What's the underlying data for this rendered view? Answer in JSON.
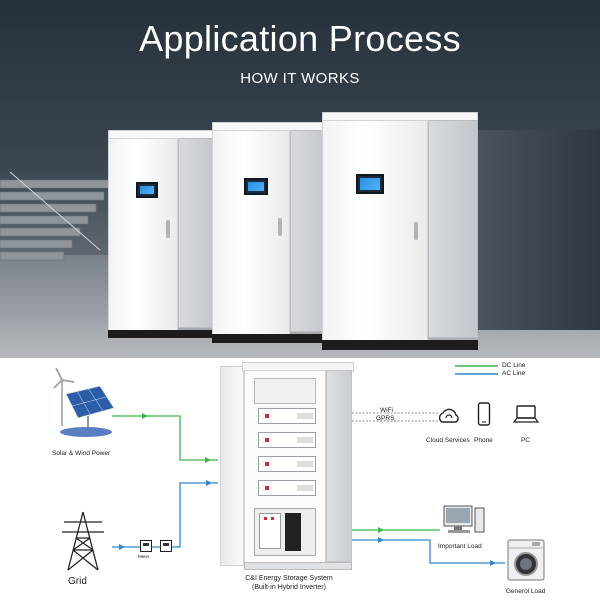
{
  "header": {
    "title": "Application Process",
    "subtitle": "HOW IT WORKS"
  },
  "legend": {
    "dc_label": "DC Line",
    "ac_label": "AC Line",
    "dc_color": "#3bb54a",
    "ac_color": "#2e88c9"
  },
  "sources": {
    "solar_wind_label": "Solar & Wind Power",
    "grid_label": "Grid",
    "meter_label": "Meter"
  },
  "system": {
    "name_line1": "C&I Energy Storage System",
    "name_line2": "(Built-in Hybrid Inverter)"
  },
  "communication": {
    "wifi_label": "WiFi",
    "gprs_label": "GPRS",
    "cloud_label": "Cloud Services",
    "phone_label": "Phone",
    "pc_label": "PC"
  },
  "loads": {
    "important_label": "Important Load",
    "general_label": "Generol Load"
  },
  "icons": [
    "wind-turbine-icon",
    "solar-panel-icon",
    "power-tower-icon",
    "meter-icon",
    "cloud-icon",
    "phone-icon",
    "pc-icon",
    "computer-icon",
    "washing-machine-icon"
  ]
}
